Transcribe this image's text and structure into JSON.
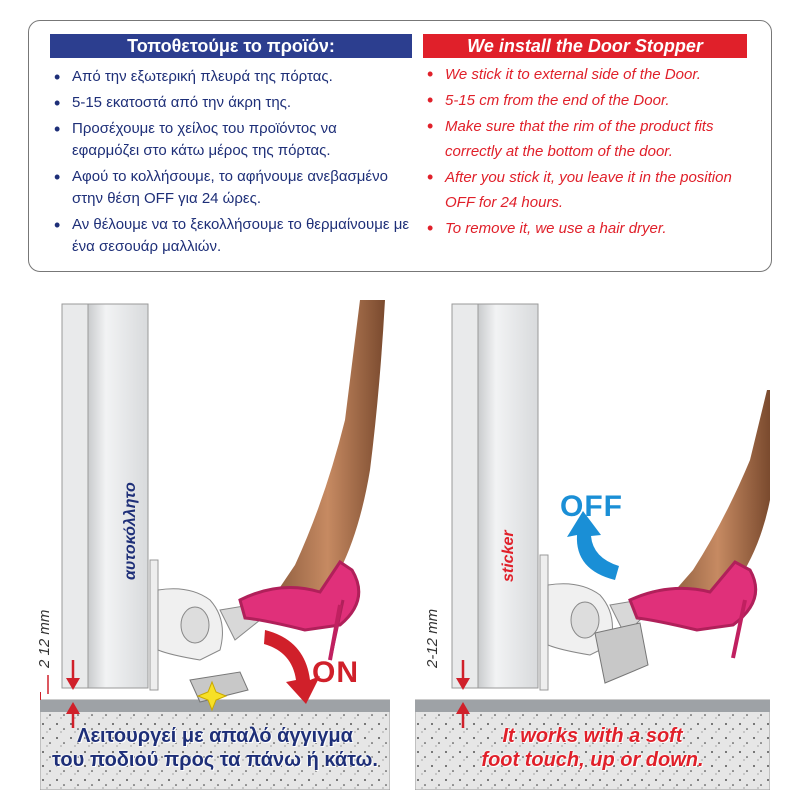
{
  "greek": {
    "header": "Τοποθετούμε το προϊόν:",
    "bullets": [
      "Από την εξωτερική πλευρά της πόρτας.",
      "5-15 εκατοστά από την άκρη της.",
      "Προσέχουμε το χείλος του προϊόντος να εφαρμόζει στο κάτω μέρος της πόρτας.",
      "Αφού το κολλήσουμε, το αφήνουμε ανεβασμένο στην θέση OFF για 24 ώρες.",
      "Αν θέλουμε να το ξεκολλήσουμε το θερμαίνουμε με ένα σεσουάρ μαλλιών."
    ],
    "sticker_label": "αυτοκόλλητο",
    "mm_label": "2 12 mm",
    "state": "ON",
    "caption_line1": "Λειτουργεί με απαλό άγγιγμα",
    "caption_line2": "του ποδιού προς τα πάνω ή κάτω."
  },
  "english": {
    "header": "We install the Door Stopper",
    "bullets": [
      "We stick it to external side of the Door.",
      "5-15 cm from the end of the Door.",
      "Make sure that the rim of the product fits correctly at the bottom of the door.",
      "After you stick it, you leave it in the position OFF for 24 hours.",
      "To remove it, we use a hair dryer."
    ],
    "sticker_label": "sticker",
    "mm_label": "2-12 mm",
    "state": "OFF",
    "caption_line1": "It works with a soft",
    "caption_line2": "foot touch, up or down."
  },
  "colors": {
    "greek_blue": "#1e2f78",
    "english_red": "#e0202a",
    "on_red": "#d0202a",
    "off_blue": "#1a8fd6",
    "shoe_pink": "#e0307a"
  }
}
